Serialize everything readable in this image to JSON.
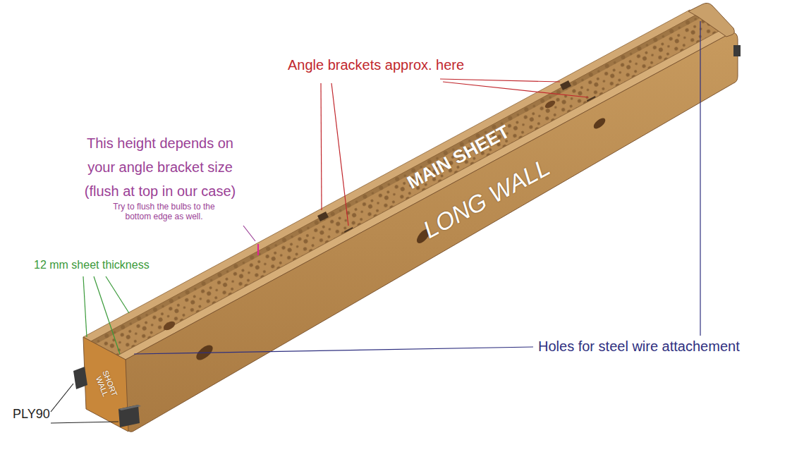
{
  "diagram": {
    "labels": [
      "Angle brackets approx. here",
      "This height depends on your angle bracket size (flush at top in our case)",
      "Try to flush the bulbs to the bottom edge as well.",
      "MAIN SHEET",
      "LONG WALL",
      "12 mm sheet thickness",
      "Holes for steel wire attachement",
      "SHORT WALL",
      "PLY90"
    ]
  }
}
